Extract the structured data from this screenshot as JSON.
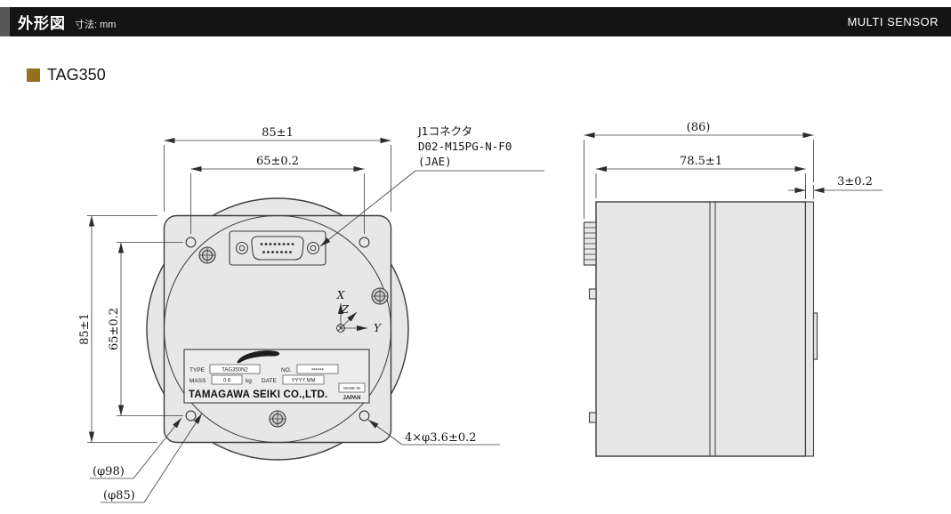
{
  "accent_color": "#96711d",
  "header": {
    "title": "外形図",
    "subtitle": "寸法: mm",
    "right_label": "MULTI SENSOR"
  },
  "section": {
    "title": "TAG350"
  },
  "front_view": {
    "dims": {
      "width_outer": "85±1",
      "width_inner": "65±0.2",
      "height_outer": "85±1",
      "height_inner": "65±0.2",
      "dia_outer": "(φ98)",
      "dia_inner": "(φ85)",
      "holes": "4×φ3.6±0.2"
    },
    "connector_callout": {
      "line1": "J1コネクタ",
      "line2": "D02-M15PG-N-F0",
      "line3": "(JAE)"
    },
    "axes": {
      "x": "X",
      "y": "Y",
      "z": "Z"
    },
    "nameplate": {
      "type_label": "TYPE",
      "type_value": "TAG350N2",
      "no_label": "NO.",
      "no_value": "******",
      "mass_label": "MASS",
      "mass_value": "0.6",
      "mass_unit": "kg",
      "date_label": "DATE",
      "date_value": "YYYY.MM",
      "company": "TAMAGAWA SEIKI CO.,LTD.",
      "made_in": "MADE IN",
      "made_in_country": "JAPAN"
    }
  },
  "side_view": {
    "dims": {
      "overall": "(86)",
      "body_length": "78.5±1",
      "plate_thickness": "3±0.2"
    }
  }
}
